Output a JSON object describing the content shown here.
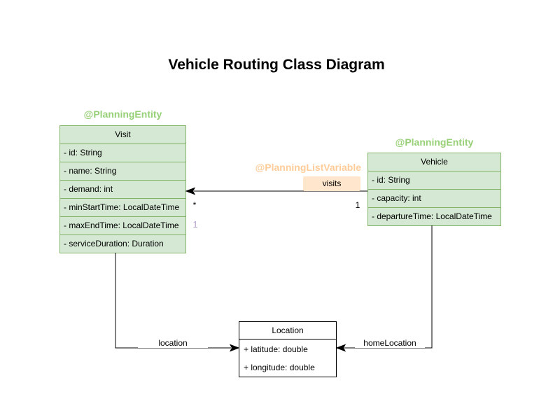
{
  "title": "Vehicle Routing Class Diagram",
  "classes": {
    "visit": {
      "annotation": "@PlanningEntity",
      "name": "Visit",
      "attributes": [
        "- id: String",
        "- name: String",
        "- demand: int",
        "- minStartTime: LocalDateTime",
        "- maxEndTime: LocalDateTime",
        "- serviceDuration: Duration"
      ]
    },
    "vehicle": {
      "annotation": "@PlanningEntity",
      "name": "Vehicle",
      "attributes": [
        "- id: String",
        "- capacity: int",
        "- departureTime: LocalDateTime"
      ]
    },
    "location": {
      "name": "Location",
      "attributes": [
        "+ latitude: double",
        "+ longitude: double"
      ]
    }
  },
  "edges": {
    "visits": {
      "annotation": "@PlanningListVariable",
      "label": "visits",
      "multiplicity_at_visit": "*",
      "multiplicity_at_vehicle": "1",
      "secondary_multiplicity": "1"
    },
    "location": {
      "label": "location"
    },
    "home_location": {
      "label": "homeLocation"
    }
  },
  "colors": {
    "class_fill_green": "#d5e8d4",
    "class_border_green": "#82b366",
    "annotation_green": "#97d077",
    "annotation_orange": "#ffcc99",
    "visits_label_fill": "#ffe6cc",
    "secondary_multiplicity_purple": "#b1a0c7",
    "location_border": "#000000",
    "edge_color": "#000000",
    "text": "#000000"
  }
}
